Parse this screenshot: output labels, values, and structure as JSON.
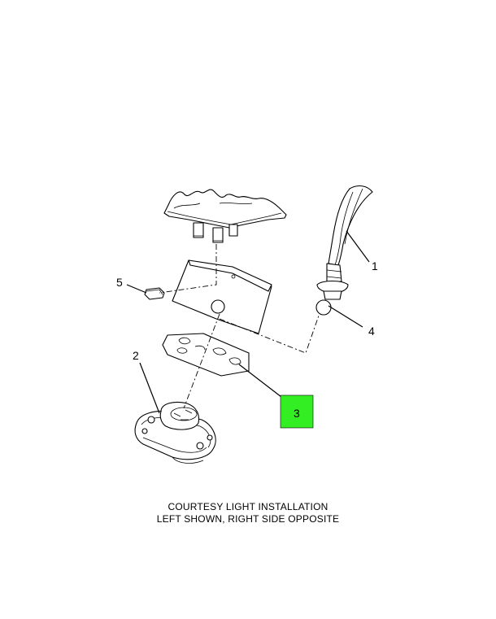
{
  "callouts": [
    {
      "id": "1",
      "label": "1",
      "part": "wire-harness",
      "highlighted": false
    },
    {
      "id": "2",
      "label": "2",
      "part": "courtesy-lamp",
      "highlighted": false
    },
    {
      "id": "3",
      "label": "3",
      "part": "gasket",
      "highlighted": true
    },
    {
      "id": "4",
      "label": "4",
      "part": "bulb-socket",
      "highlighted": false
    },
    {
      "id": "5",
      "label": "5",
      "part": "nut-clip",
      "highlighted": false
    }
  ],
  "caption": {
    "line1": "COURTESY LIGHT INSTALLATION",
    "line2": "LEFT SHOWN, RIGHT SIDE OPPOSITE"
  },
  "colors": {
    "highlight": "#33ee22",
    "line": "#000000",
    "background": "#ffffff"
  }
}
